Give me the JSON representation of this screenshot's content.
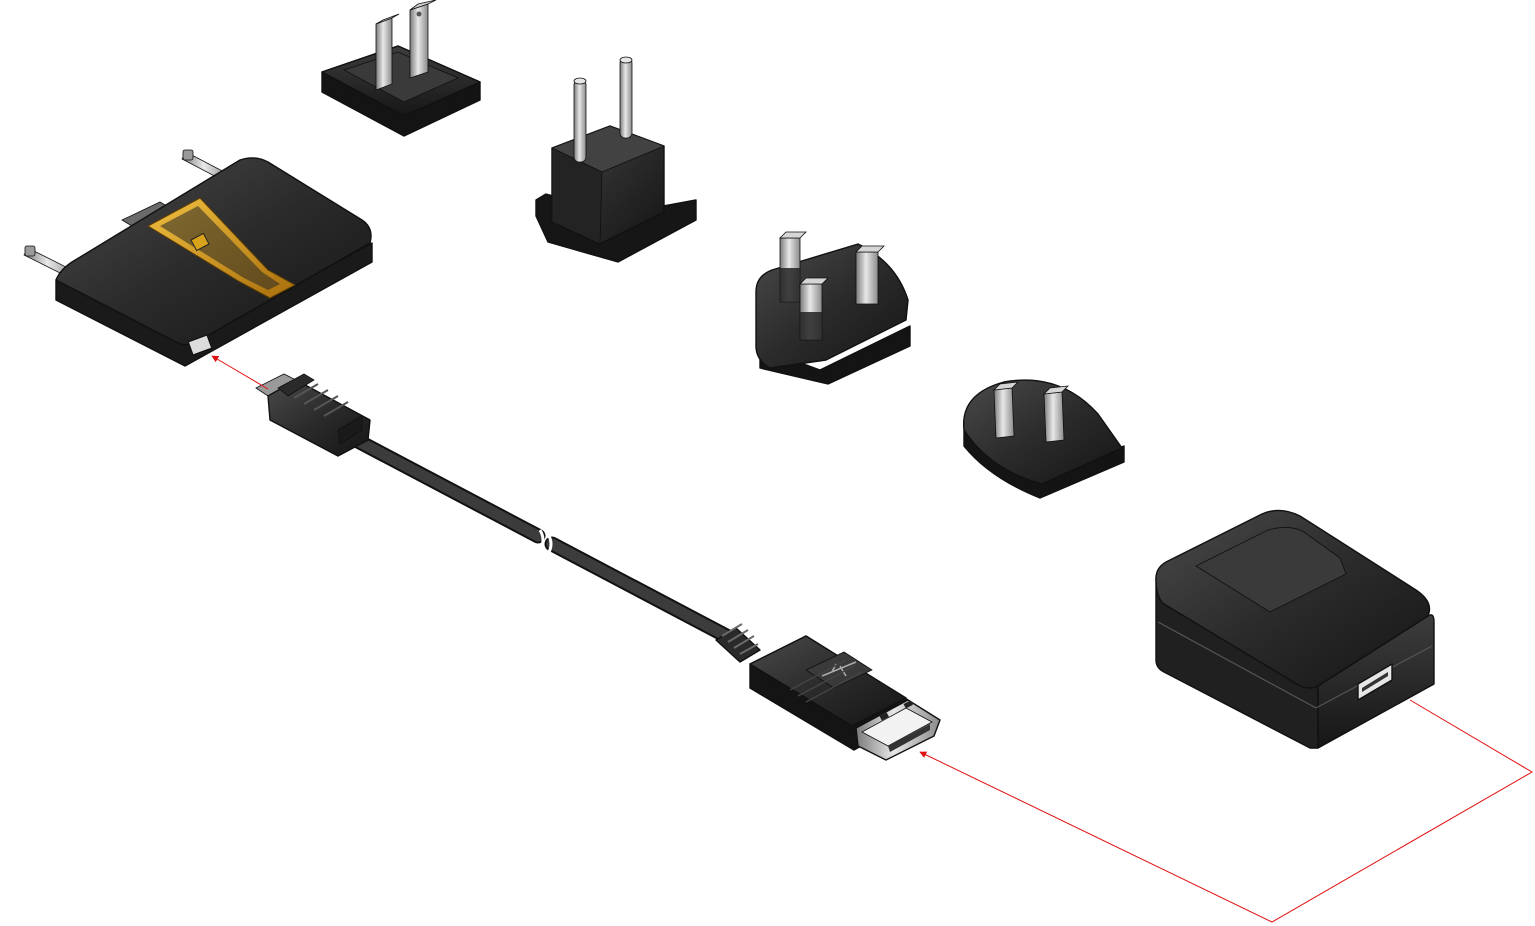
{
  "diagram": {
    "kind": "exploded assembly illustration",
    "colors": {
      "body": "#2b2b2b",
      "body_dark": "#151515",
      "body_light": "#4a4a4a",
      "metal": "#b8b8b8",
      "metal_dark": "#7a7a7a",
      "accent": "#d9a21b",
      "accent_dark": "#8a5d0a",
      "connector_line": "#e01010"
    },
    "parts": [
      {
        "id": "device",
        "icon": "device-icon"
      },
      {
        "id": "plug-us",
        "icon": "us-plug-icon"
      },
      {
        "id": "plug-eu",
        "icon": "eu-plug-icon"
      },
      {
        "id": "plug-uk",
        "icon": "uk-plug-icon"
      },
      {
        "id": "plug-au",
        "icon": "au-plug-icon"
      },
      {
        "id": "usb-cable",
        "icon": "usb-cable-icon"
      },
      {
        "id": "power-adapter",
        "icon": "usb-power-adapter-icon"
      }
    ]
  }
}
